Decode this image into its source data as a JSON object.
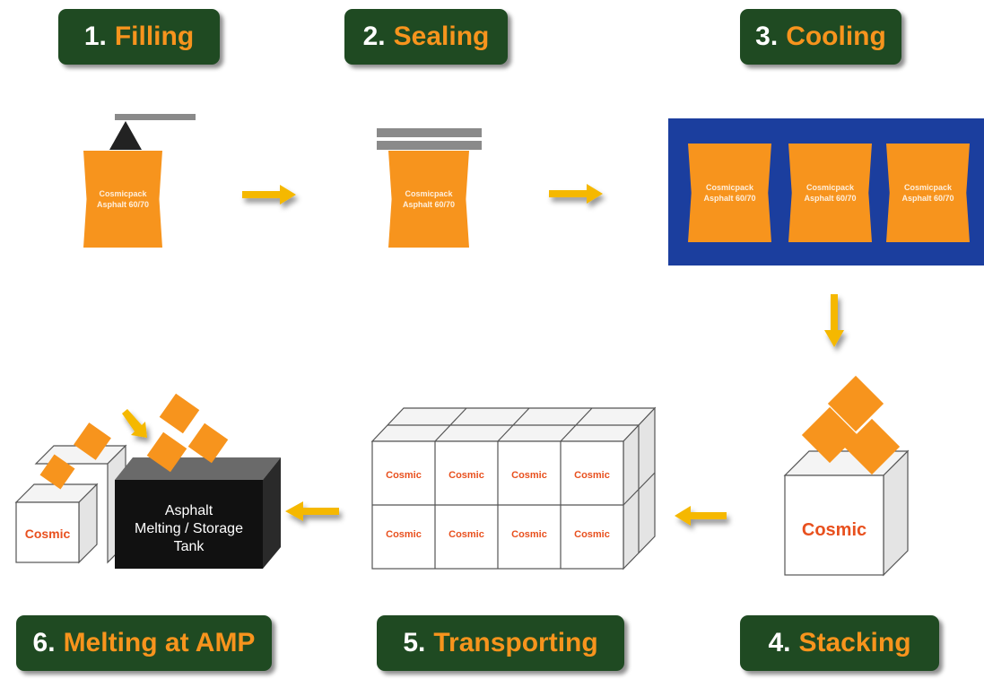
{
  "steps": [
    {
      "num": "1.",
      "label": "Filling"
    },
    {
      "num": "2.",
      "label": "Sealing"
    },
    {
      "num": "3.",
      "label": "Cooling"
    },
    {
      "num": "4.",
      "label": "Stacking"
    },
    {
      "num": "5.",
      "label": "Transporting"
    },
    {
      "num": "6.",
      "label": "Melting at AMP"
    }
  ],
  "bag": {
    "line1": "Cosmicpack",
    "line2": "Asphalt 60/70"
  },
  "box_label": "Cosmic",
  "tank": {
    "line1": "Asphalt",
    "line2": "Melting / Storage",
    "line3": "Tank"
  },
  "colors": {
    "step_bg": "#1f4a22",
    "accent": "#f7941d",
    "arrow": "#f5b800",
    "cooling_bg": "#1b3e9e",
    "box_text": "#e8501e"
  }
}
